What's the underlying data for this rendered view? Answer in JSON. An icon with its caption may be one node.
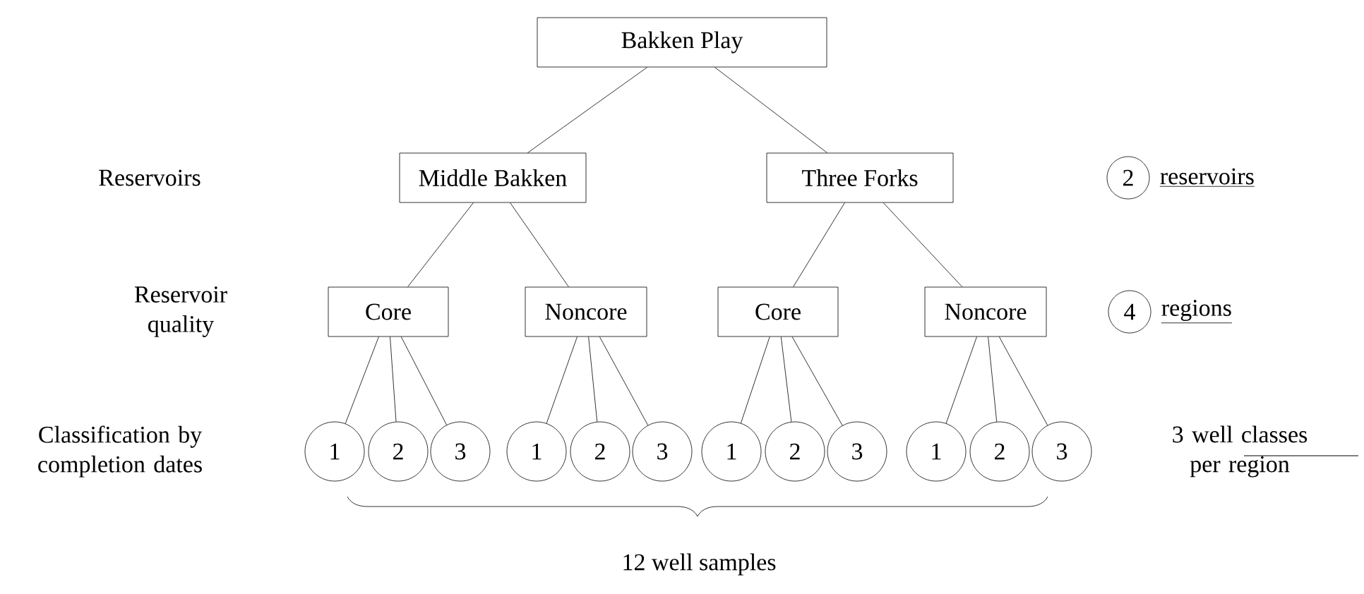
{
  "diagram": {
    "nodes": [
      {
        "text": [
          "Bakken Play"
        ]
      },
      {
        "text": [
          "Middle Bakken"
        ]
      },
      {
        "text": [
          "Three Forks"
        ]
      },
      {
        "text": [
          "2"
        ],
        "beside": [
          "reservoirs"
        ]
      },
      {
        "text": [
          "Core"
        ]
      },
      {
        "text": [
          "Noncore"
        ]
      },
      {
        "text": [
          "Core"
        ]
      },
      {
        "text": [
          "Noncore"
        ]
      },
      {
        "text": [
          "4"
        ],
        "beside": [
          "regions"
        ]
      },
      {
        "text": [
          "1"
        ]
      },
      {
        "text": [
          "2"
        ]
      },
      {
        "text": [
          "3"
        ]
      },
      {
        "text": [
          "1"
        ]
      },
      {
        "text": [
          "2"
        ]
      },
      {
        "text": [
          "3"
        ]
      },
      {
        "text": [
          "1"
        ]
      },
      {
        "text": [
          "2"
        ]
      },
      {
        "text": [
          "3"
        ]
      },
      {
        "text": [
          "1"
        ]
      },
      {
        "text": [
          "2"
        ]
      },
      {
        "text": [
          "3"
        ]
      }
    ],
    "edges": [
      {
        "from": 0,
        "to": 1,
        "arrow": "none"
      },
      {
        "from": 0,
        "to": 2,
        "arrow": "none"
      },
      {
        "from": 1,
        "to": 4,
        "arrow": "none"
      },
      {
        "from": 1,
        "to": 5,
        "arrow": "none"
      },
      {
        "from": 2,
        "to": 6,
        "arrow": "none"
      },
      {
        "from": 2,
        "to": 7,
        "arrow": "none"
      },
      {
        "from": 4,
        "to": 9,
        "arrow": "none"
      },
      {
        "from": 4,
        "to": 10,
        "arrow": "none"
      },
      {
        "from": 4,
        "to": 11,
        "arrow": "none"
      },
      {
        "from": 5,
        "to": 12,
        "arrow": "none"
      },
      {
        "from": 5,
        "to": 13,
        "arrow": "none"
      },
      {
        "from": 5,
        "to": 14,
        "arrow": "none"
      },
      {
        "from": 6,
        "to": 15,
        "arrow": "none"
      },
      {
        "from": 6,
        "to": 16,
        "arrow": "none"
      },
      {
        "from": 6,
        "to": 17,
        "arrow": "none"
      },
      {
        "from": 7,
        "to": 18,
        "arrow": "none"
      },
      {
        "from": 7,
        "to": 19,
        "arrow": "none"
      },
      {
        "from": 7,
        "to": 20,
        "arrow": "none"
      }
    ],
    "labels": [
      "Reservoirs",
      "Reservoir quality",
      "Classification by completion dates",
      "3 well classes per region",
      "12 well samples"
    ]
  }
}
